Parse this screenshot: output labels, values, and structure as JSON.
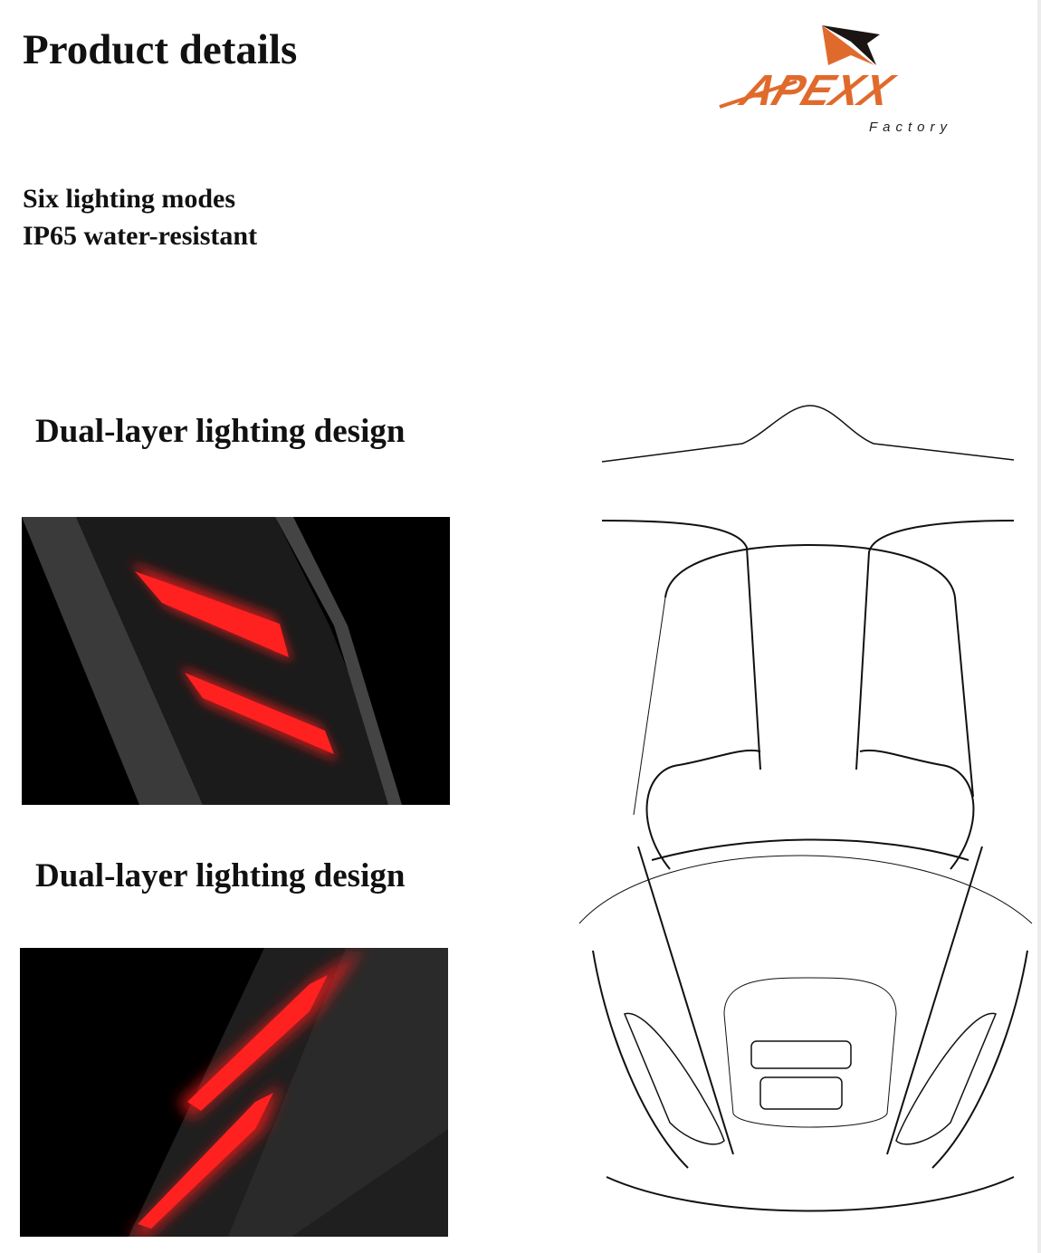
{
  "page": {
    "title": "Product details"
  },
  "brand": {
    "name": "APEXX",
    "tagline": "Factory",
    "color": "#e06a2c"
  },
  "features": [
    "Six lighting modes",
    "IP65 water-resistant"
  ],
  "sections": [
    {
      "heading": "Dual-layer lighting design"
    },
    {
      "heading": "Dual-layer lighting design"
    }
  ]
}
